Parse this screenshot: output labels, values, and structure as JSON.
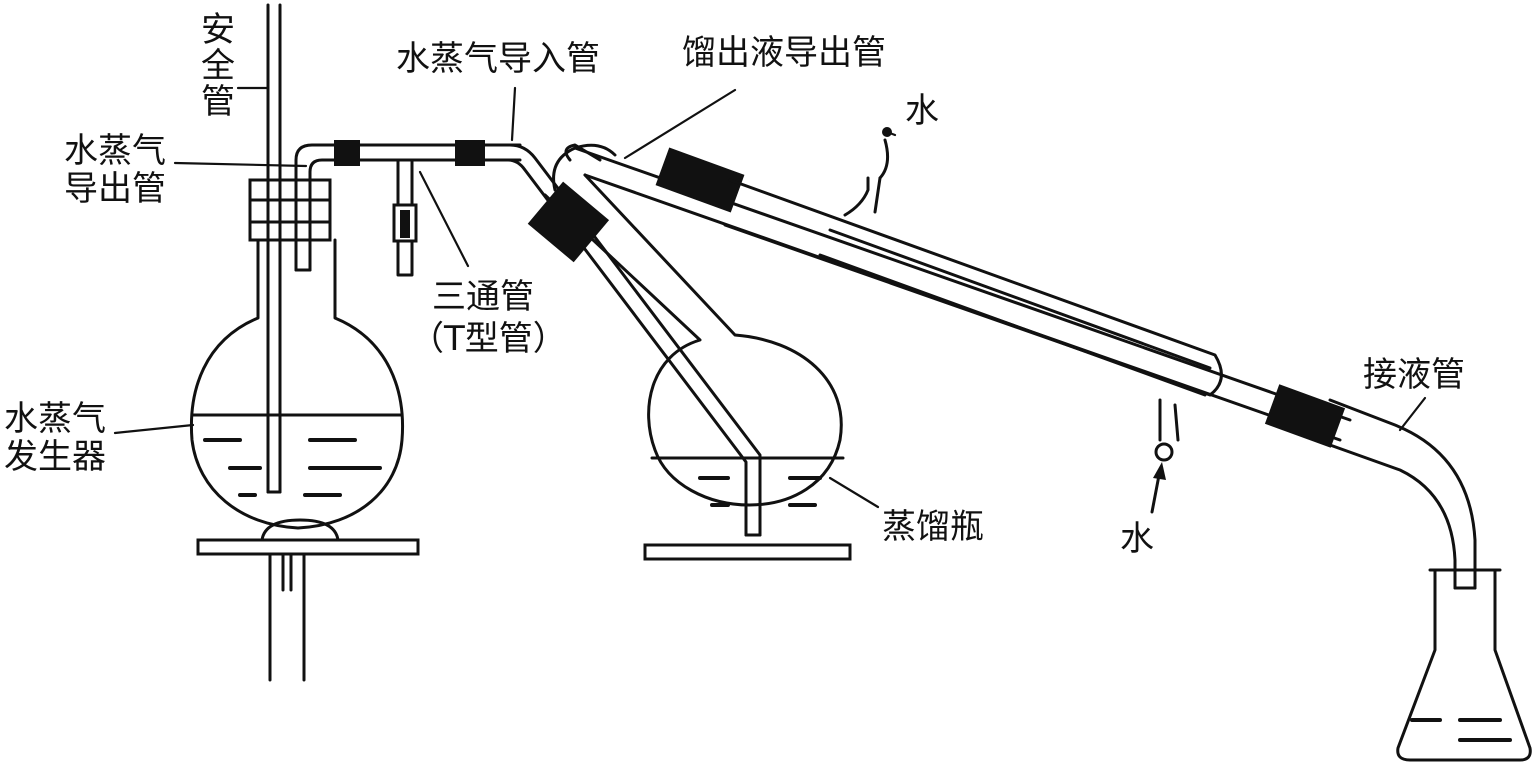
{
  "labels": {
    "safety_tube": "安全管",
    "steam_outlet_tube": "水蒸气\n导出管",
    "steam_inlet_tube": "水蒸气导入管",
    "distillate_outlet_tube": "馏出液导出管",
    "water_in_top": "水",
    "tee_tube_line1": "三通管",
    "tee_tube_line2": "（T型管）",
    "steam_generator": "水蒸气\n发生器",
    "distilling_flask": "蒸馏瓶",
    "water_in_bottom": "水",
    "receiver_adapter": "接液管"
  },
  "colors": {
    "ink": "#111111",
    "background": "#ffffff"
  }
}
